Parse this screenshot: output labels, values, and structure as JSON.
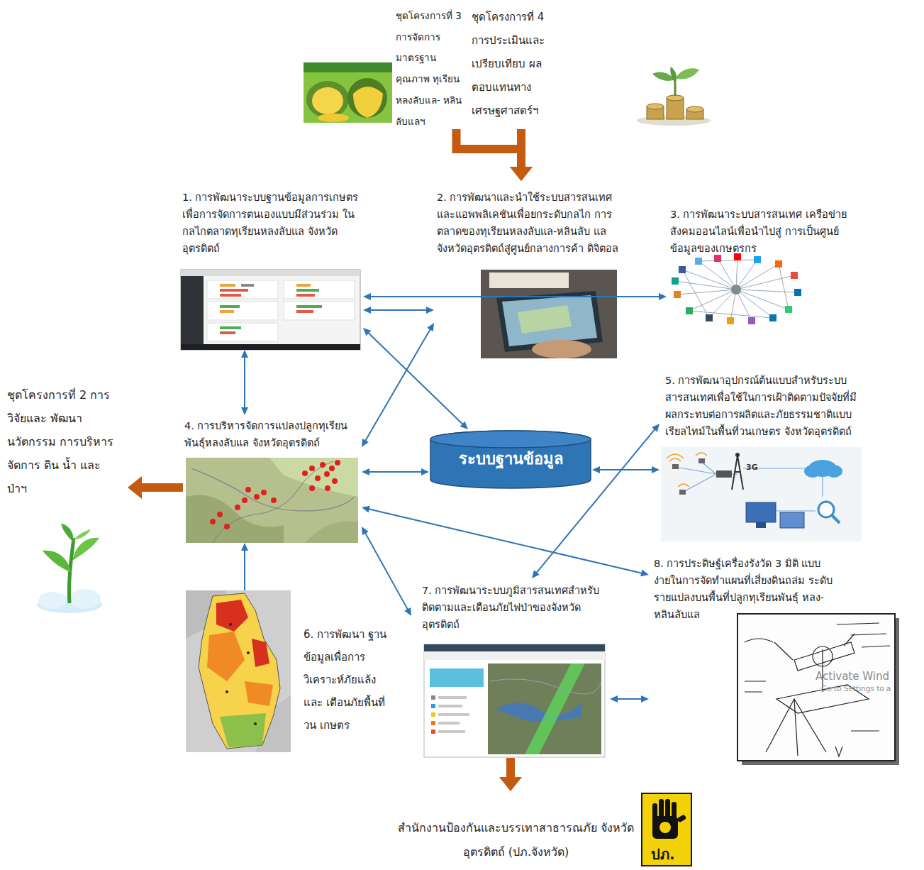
{
  "diagram": {
    "nodes": [
      {
        "text": [
          "ชุดโครงการที่ 3 การจัดการ มาตรฐานคุณภาพ ทุเรียนหลงลับแล- หลินลับแลฯ"
        ]
      },
      {
        "text": [
          "ชุดโครงการที่ 4 การประเมินและ เปรียบเทียบ ผลตอบแทนทาง เศรษฐศาสตร์ฯ"
        ]
      },
      {
        "text": [
          "1. การพัฒนาระบบฐานข้อมูลการเกษตร เพื่อการจัดการตนเองแบบมีส่วนร่วม ในกลไกตลาดทุเรียนหลงลับแล จังหวัด อุตรดิตถ์"
        ]
      },
      {
        "text": [
          "2. การพัฒนาและนำใช้ระบบสารสนเทศ และแอพพลิเคชันเพื่อยกระดับกลไก การตลาดของทุเรียนหลงลับแล-หลินลับ แล จังหวัดอุตรดิตถ์สู่ศูนย์กลางการค้า ดิจิตอล"
        ]
      },
      {
        "text": [
          "3. การพัฒนาระบบสารสนเทศ เครือข่ายสังคมออนไลน์เพื่อนำไปสู่ การเป็นศูนย์ข้อมูลของเกษตรกร"
        ]
      },
      {
        "text": [
          "ชุดโครงการที่ 2 การวิจัยและ พัฒนานวัตกรรม การบริหารจัดการ ดิน น้ำ และป่าฯ"
        ]
      },
      {
        "text": [
          "4. การบริหารจัดการแปลงปลูกทุเรียน พันธุ์หลงลับแล จังหวัดอุตรดิตถ์"
        ]
      },
      {
        "text": [
          "ระบบฐานข้อมูล"
        ]
      },
      {
        "text": [
          "5. การพัฒนาอุปกรณ์ต้นแบบสำหรับระบบ สารสนเทศเพื่อใช้ในการเฝ้าติดตามปัจจัยที่มี ผลกระทบต่อการผลิตและภัยธรรมชาติแบบ เรียลไทม์ในพื้นที่วนเกษตร จังหวัดอุตรดิตถ์"
        ]
      },
      {
        "text": [
          "6. การพัฒนา ฐานข้อมูลเพื่อการ วิเคราะห์ภัยแล้งและ เตือนภัยพื้นที่วน เกษตร"
        ]
      },
      {
        "text": [
          "7. การพัฒนาระบบภูมิสารสนเทศสำหรับ ติดตามและเตือนภัยไฟป่าของจังหวัด อุตรดิตถ์"
        ]
      },
      {
        "text": [
          "8. การประดิษฐ์เครื่องรังวัด 3 มิติ แบบ ง่ายในการจัดทำแผนที่เสี่ยงดินถล่ม ระดับรายแปลงบนพื้นที่ปลูกทุเรียนพันธุ์ หลง-หลินลับแล"
        ]
      },
      {
        "text": [
          "สำนักงานป้องกันและบรรเทาสาธารณภัย จังหวัดอุตรดิตถ์ (ปภ.จังหวัด)"
        ]
      }
    ],
    "edges": [
      {
        "from": 0,
        "to": 3,
        "arrow": "to"
      },
      {
        "from": 1,
        "to": 3,
        "arrow": "to"
      },
      {
        "from": 2,
        "to": 3,
        "arrow": "both"
      },
      {
        "from": 2,
        "to": 4,
        "arrow": "both"
      },
      {
        "from": 2,
        "to": 6,
        "arrow": "both"
      },
      {
        "from": 2,
        "to": 7,
        "arrow": "both"
      },
      {
        "from": 3,
        "to": 6,
        "arrow": "both"
      },
      {
        "from": 6,
        "to": 5,
        "arrow": "to"
      },
      {
        "from": 6,
        "to": 7,
        "arrow": "both"
      },
      {
        "from": 7,
        "to": 8,
        "arrow": "both"
      },
      {
        "from": 8,
        "to": 10,
        "arrow": "both"
      },
      {
        "from": 6,
        "to": 11,
        "arrow": "both"
      },
      {
        "from": 6,
        "to": 10,
        "arrow": "both"
      },
      {
        "from": 9,
        "to": 6,
        "arrow": "to"
      },
      {
        "from": 10,
        "to": 11,
        "arrow": "both"
      },
      {
        "from": 10,
        "to": 12,
        "arrow": "to"
      }
    ],
    "labels": [
      "3G",
      "Activate Wind",
      "Go to Settings to a",
      "ปภ."
    ]
  }
}
